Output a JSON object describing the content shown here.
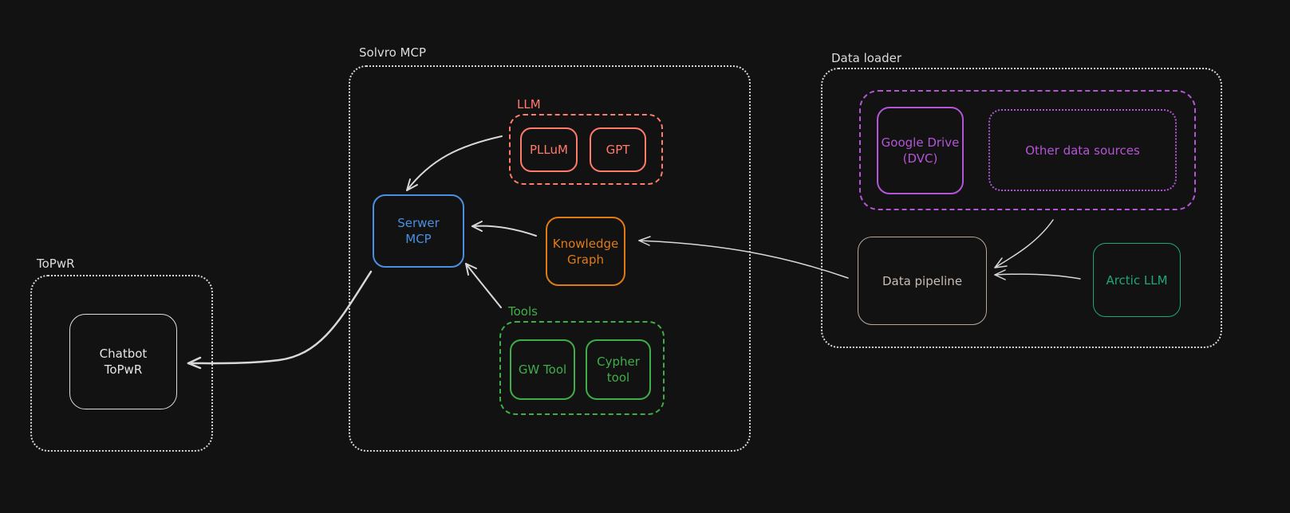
{
  "colors": {
    "background": "#121212",
    "group_border": "#d8d8d8",
    "serwer": "#4a90e2",
    "llm": "#ff7b6b",
    "knowledge": "#e07b12",
    "tools": "#3fae49",
    "sources": "#b455d6",
    "pipeline": "#b8a89a",
    "arctic": "#1fa77a",
    "arrow": "#d8d8d8"
  },
  "groups": {
    "topwr": "ToPwR",
    "solvro": "Solvro MCP",
    "data_loader": "Data loader",
    "llm": "LLM",
    "tools": "Tools"
  },
  "nodes": {
    "chatbot": "Chatbot\nToPwR",
    "serwer": "Serwer\nMCP",
    "pllum": "PLLuM",
    "gpt": "GPT",
    "knowledge_graph": "Knowledge\nGraph",
    "gw_tool": "GW Tool",
    "cypher_tool": "Cypher\ntool",
    "google_drive": "Google Drive\n(DVC)",
    "other_sources": "Other data sources",
    "data_pipeline": "Data pipeline",
    "arctic_llm": "Arctic LLM"
  }
}
